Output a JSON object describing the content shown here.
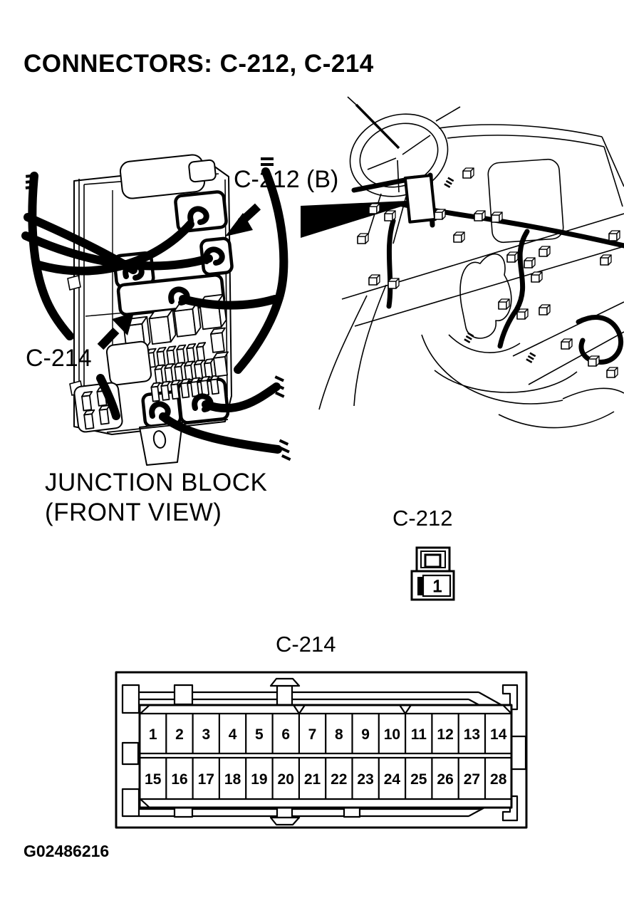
{
  "title": "CONNECTORS: C-212, C-214",
  "junction_block": {
    "callout_c212b": "C-212 (B)",
    "callout_c214": "C-214",
    "caption_line1": "JUNCTION BLOCK",
    "caption_line2": "(FRONT VIEW)"
  },
  "c212": {
    "label": "C-212",
    "cavity": "1"
  },
  "c214": {
    "label": "C-214",
    "pins_row1": [
      "1",
      "2",
      "3",
      "4",
      "5",
      "6",
      "7",
      "8",
      "9",
      "10",
      "11",
      "12",
      "13",
      "14"
    ],
    "pins_row2": [
      "15",
      "16",
      "17",
      "18",
      "19",
      "20",
      "21",
      "22",
      "23",
      "24",
      "25",
      "26",
      "27",
      "28"
    ]
  },
  "figure_id": "G02486216",
  "colors": {
    "ink": "#000000",
    "paper": "#ffffff"
  }
}
